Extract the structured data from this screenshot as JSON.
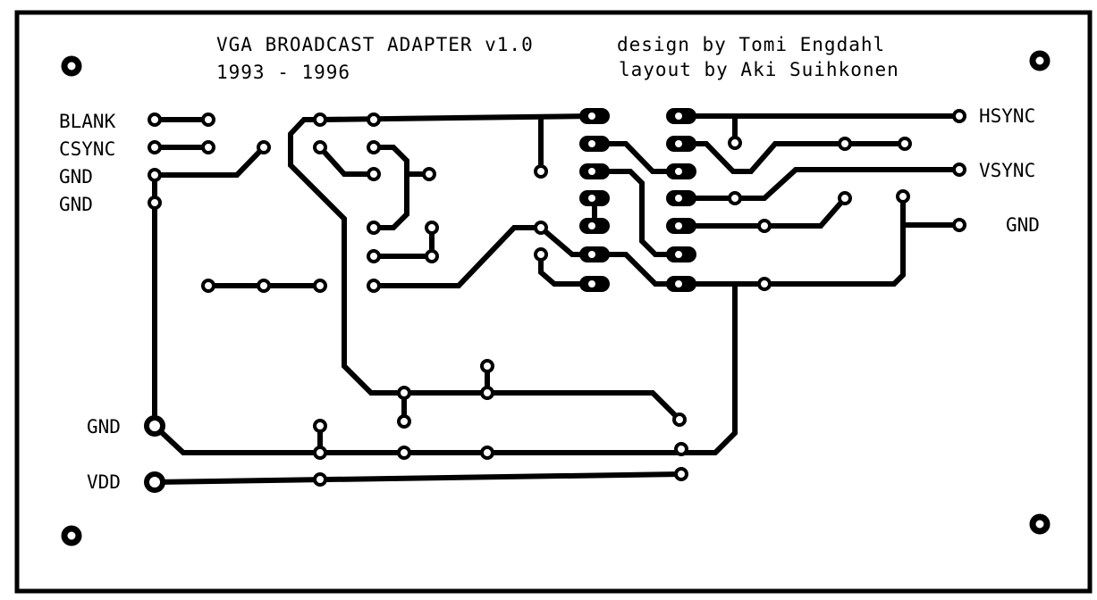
{
  "board": {
    "title": "VGA BROADCAST ADAPTER v1.0",
    "years": "1993 - 1996",
    "design_credit": "design by Tomi Engdahl",
    "layout_credit": "layout by Aki Suihkonen"
  },
  "left_labels": [
    "BLANK",
    "CSYNC",
    "GND",
    "GND"
  ],
  "power_labels": [
    "GND",
    "VDD"
  ],
  "right_labels": [
    "HSYNC",
    "VSYNC",
    "GND"
  ],
  "colors": {
    "copper": "#000000",
    "background": "#ffffff"
  }
}
